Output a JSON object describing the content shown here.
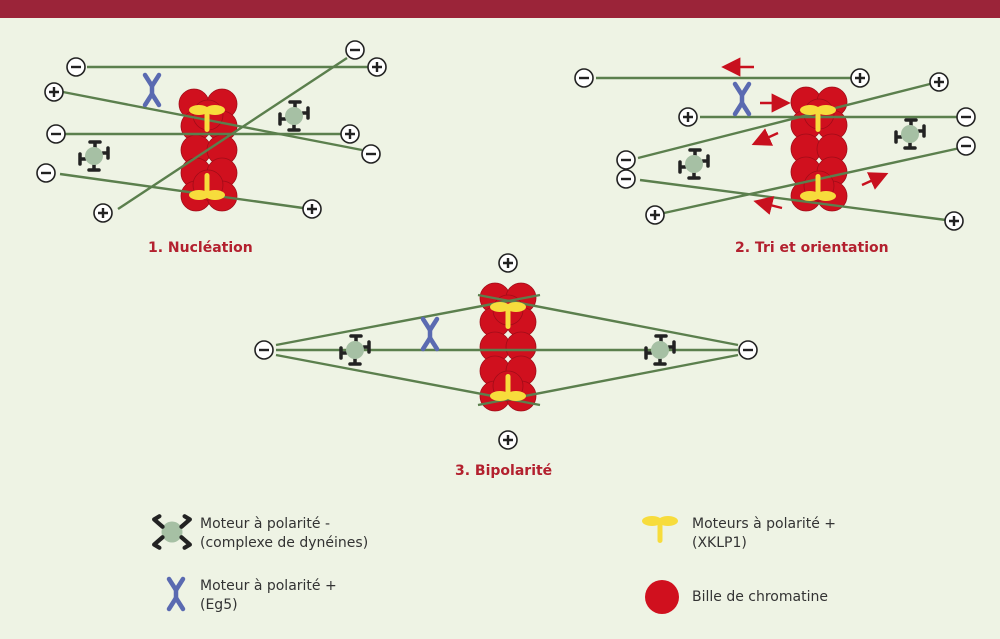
{
  "panels": {
    "nucleation": {
      "caption": "1. Nucléation"
    },
    "sorting": {
      "caption": "2. Tri et orientation"
    },
    "bipolarity": {
      "caption": "3. Bipolarité"
    }
  },
  "legend": {
    "dynein": {
      "line1": "Moteur à polarité -",
      "line2": "(complexe de dynéines)"
    },
    "eg5": {
      "line1": "Moteur à polarité +",
      "line2": "(Eg5)"
    },
    "xklp1": {
      "line1": "Moteurs à polarité +",
      "line2": "(XKLP1)"
    },
    "chromatin": {
      "line1": "Bille de chromatine"
    }
  },
  "colors": {
    "header_bar": "#9b2439",
    "background": "#eef3e4",
    "microtubule": "#5b7f4d",
    "chromatin_bead": "#d0101e",
    "xklp1_motor": "#f7dc3c",
    "eg5_motor": "#5a6ab1",
    "dynein_body": "#a6c0a4",
    "dynein_arms": "#222222",
    "arrow": "#c8101e",
    "caption": "#b3202e"
  }
}
